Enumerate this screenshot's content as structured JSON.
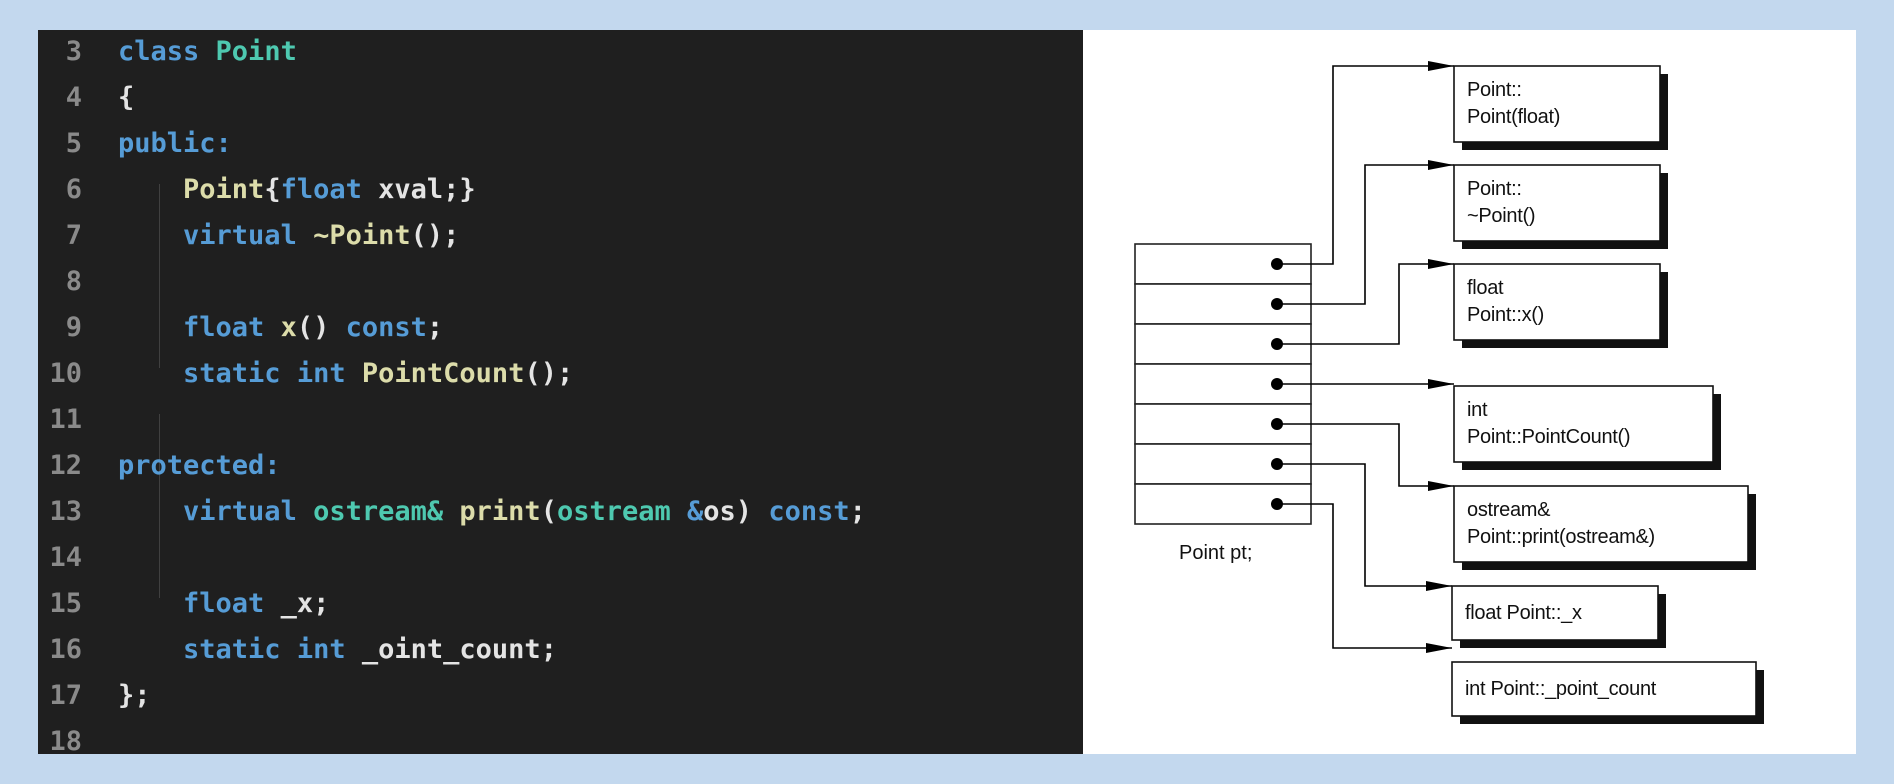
{
  "code": {
    "lines": [
      {
        "n": "3",
        "tokens": [
          {
            "t": "class ",
            "c": "kw"
          },
          {
            "t": "Point",
            "c": "ty"
          }
        ]
      },
      {
        "n": "4",
        "tokens": [
          {
            "t": "{",
            "c": "pl"
          }
        ]
      },
      {
        "n": "5",
        "tokens": [
          {
            "t": "public:",
            "c": "kw"
          }
        ]
      },
      {
        "n": "6",
        "tokens": [
          {
            "t": "    ",
            "c": "pl"
          },
          {
            "t": "Point",
            "c": "fn"
          },
          {
            "t": "{",
            "c": "pl"
          },
          {
            "t": "float",
            "c": "kw"
          },
          {
            "t": " xval;}",
            "c": "pl"
          }
        ]
      },
      {
        "n": "7",
        "tokens": [
          {
            "t": "    ",
            "c": "pl"
          },
          {
            "t": "virtual",
            "c": "kw"
          },
          {
            "t": " ",
            "c": "pl"
          },
          {
            "t": "~Point",
            "c": "fn"
          },
          {
            "t": "();",
            "c": "pl"
          }
        ]
      },
      {
        "n": "8",
        "tokens": []
      },
      {
        "n": "9",
        "tokens": [
          {
            "t": "    ",
            "c": "pl"
          },
          {
            "t": "float",
            "c": "kw"
          },
          {
            "t": " ",
            "c": "pl"
          },
          {
            "t": "x",
            "c": "fn"
          },
          {
            "t": "() ",
            "c": "pl"
          },
          {
            "t": "const",
            "c": "kw"
          },
          {
            "t": ";",
            "c": "pl"
          }
        ]
      },
      {
        "n": "10",
        "tokens": [
          {
            "t": "    ",
            "c": "pl"
          },
          {
            "t": "static",
            "c": "kw"
          },
          {
            "t": " ",
            "c": "pl"
          },
          {
            "t": "int",
            "c": "kw"
          },
          {
            "t": " ",
            "c": "pl"
          },
          {
            "t": "PointCount",
            "c": "fn"
          },
          {
            "t": "();",
            "c": "pl"
          }
        ]
      },
      {
        "n": "11",
        "tokens": []
      },
      {
        "n": "12",
        "tokens": [
          {
            "t": "protected:",
            "c": "kw"
          }
        ]
      },
      {
        "n": "13",
        "tokens": [
          {
            "t": "    ",
            "c": "pl"
          },
          {
            "t": "virtual",
            "c": "kw"
          },
          {
            "t": " ",
            "c": "pl"
          },
          {
            "t": "ostream&",
            "c": "ty"
          },
          {
            "t": " ",
            "c": "pl"
          },
          {
            "t": "print",
            "c": "fn"
          },
          {
            "t": "(",
            "c": "pl"
          },
          {
            "t": "ostream",
            "c": "ty"
          },
          {
            "t": " ",
            "c": "pl"
          },
          {
            "t": "&",
            "c": "kw"
          },
          {
            "t": "os",
            "c": "pl"
          },
          {
            "t": ") ",
            "c": "pl"
          },
          {
            "t": "const",
            "c": "kw"
          },
          {
            "t": ";",
            "c": "pl"
          }
        ]
      },
      {
        "n": "14",
        "tokens": []
      },
      {
        "n": "15",
        "tokens": [
          {
            "t": "    ",
            "c": "pl"
          },
          {
            "t": "float",
            "c": "kw"
          },
          {
            "t": " _x;",
            "c": "pl"
          }
        ]
      },
      {
        "n": "16",
        "tokens": [
          {
            "t": "    ",
            "c": "pl"
          },
          {
            "t": "static",
            "c": "kw"
          },
          {
            "t": " ",
            "c": "pl"
          },
          {
            "t": "int",
            "c": "kw"
          },
          {
            "t": " _oint_count;",
            "c": "pl"
          }
        ]
      },
      {
        "n": "17",
        "tokens": [
          {
            "t": "};",
            "c": "pl"
          }
        ]
      },
      {
        "n": "18",
        "tokens": []
      }
    ]
  },
  "diagram": {
    "object_label": "Point pt;",
    "members": [
      {
        "line1": "Point::",
        "line2": "Point(float)"
      },
      {
        "line1": "Point::",
        "line2": "~Point()"
      },
      {
        "line1": "float",
        "line2": "Point::x()"
      },
      {
        "line1": "int",
        "line2": "Point::PointCount()"
      },
      {
        "line1": "ostream&",
        "line2": "Point::print(ostream&)"
      },
      {
        "line1": "float Point::_x",
        "line2": ""
      },
      {
        "line1": "int Point::_point_count",
        "line2": ""
      }
    ]
  },
  "colors": {
    "background": "#c3d8ee",
    "editor_bg": "#1f1f1f",
    "keyword": "#569cd6",
    "type": "#4ec9b0",
    "function": "#dcdcaa",
    "plain": "#e4e4e4",
    "line_number": "#8a8a8a"
  }
}
